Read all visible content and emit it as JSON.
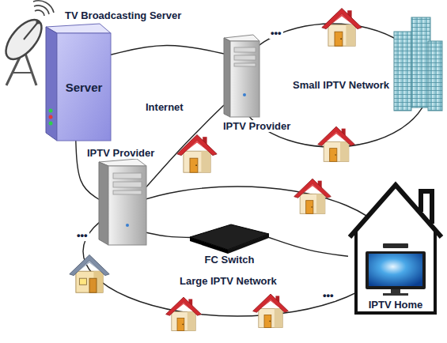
{
  "diagram": {
    "nodes": [
      {
        "text": [
          "Server"
        ]
      },
      {
        "text": [
          "IPTV Provider"
        ]
      },
      {
        "text": [
          "IPTV Provider"
        ]
      },
      {
        "text": [
          "FC Switch"
        ]
      },
      {
        "text": [
          "IPTV Home"
        ]
      }
    ],
    "edges": [
      {
        "from": 0,
        "to": 1,
        "arrow": "none"
      },
      {
        "from": 0,
        "to": 2,
        "arrow": "none"
      },
      {
        "from": 1,
        "to": 2,
        "arrow": "none"
      },
      {
        "from": 2,
        "to": 3,
        "arrow": "none"
      },
      {
        "from": 3,
        "to": 4,
        "arrow": "none"
      }
    ],
    "labels": [
      "TV Broadcasting Server",
      "Internet",
      "Small IPTV Network",
      "•••",
      "Large IPTV Network",
      "•••",
      "•••"
    ]
  }
}
